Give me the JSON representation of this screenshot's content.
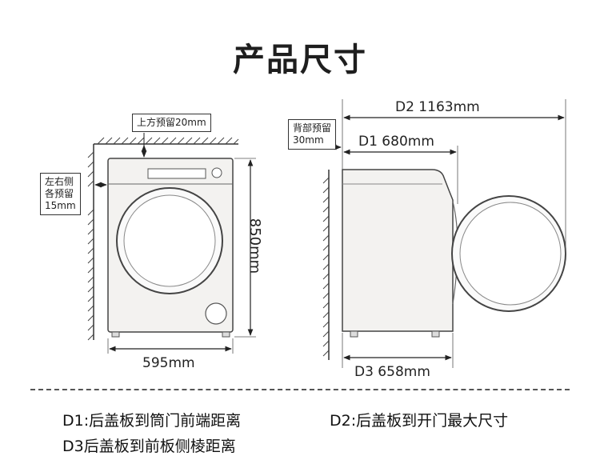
{
  "title": "产品尺寸",
  "front_view": {
    "top_clearance": "上方预留20mm",
    "side_clearance": [
      "左右侧",
      "各预留",
      "15mm"
    ],
    "height": "850mm",
    "width": "595mm"
  },
  "side_view": {
    "rear_clearance": [
      "背部预留",
      "30mm"
    ],
    "d2": "D2 1163mm",
    "d1": "D1 680mm",
    "d3": "D3 658mm"
  },
  "legend": {
    "d1": "D1:后盖板到筒门前端距离",
    "d2": "D2:后盖板到开门最大尺寸",
    "d3": "D3后盖板到前板侧棱距离"
  }
}
